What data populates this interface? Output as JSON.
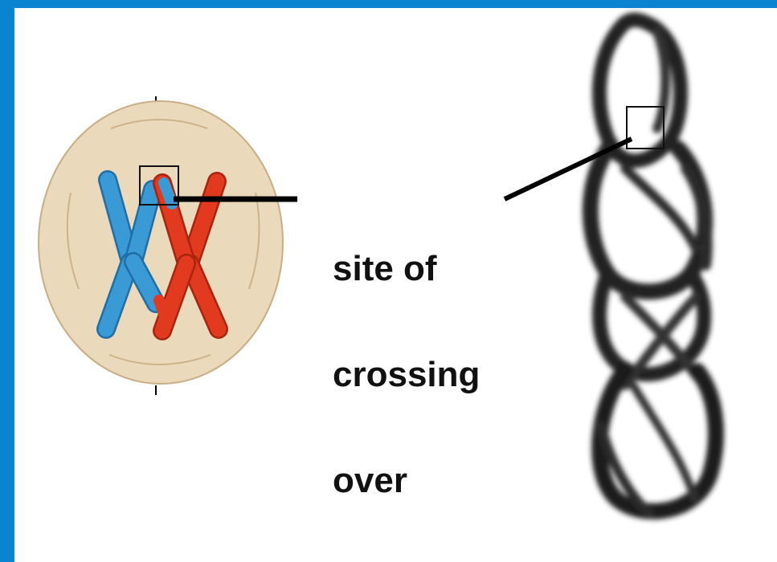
{
  "diagram": {
    "label_lines": [
      "site of",
      "crossing",
      "over"
    ],
    "colors": {
      "frame": "#0a84d0",
      "cell": "#ead9bb",
      "cell_border": "#c9ae84",
      "maternal_chromosome": "#3a9ad6",
      "paternal_chromosome": "#e23a1e",
      "pointer": "#000000"
    }
  }
}
